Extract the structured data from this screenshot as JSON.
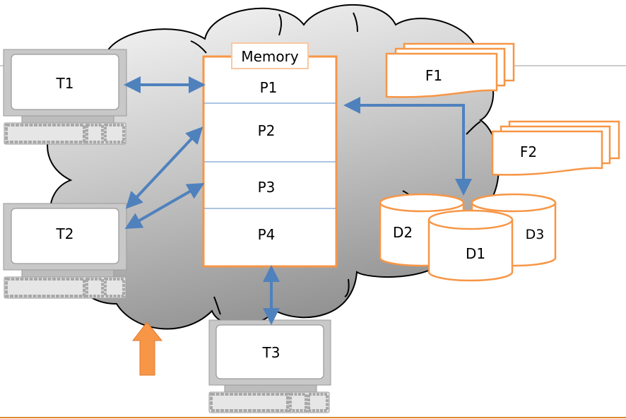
{
  "diagram": {
    "memory": {
      "title": "Memory",
      "partitions": [
        "P1",
        "P2",
        "P3",
        "P4"
      ]
    },
    "terminals": [
      "T1",
      "T2",
      "T3"
    ],
    "files": [
      "F1",
      "F2"
    ],
    "disks": [
      "D1",
      "D2",
      "D3"
    ],
    "colors": {
      "accent_orange": "#f79646",
      "arrow_blue": "#4f81bd",
      "divider_blue": "#7ba0d0",
      "footer_line": "#e0892e",
      "cloud_outline": "#000000"
    }
  }
}
